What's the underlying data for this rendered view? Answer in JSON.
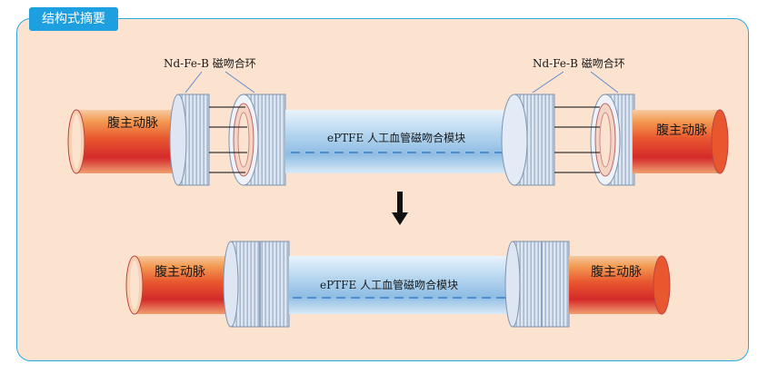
{
  "header": {
    "tag": "结构式摘要"
  },
  "labels": {
    "ring_left": "Nd-Fe-B 磁吻合环",
    "ring_right": "Nd-Fe-B 磁吻合环",
    "aorta": "腹主动脉",
    "graft": "ePTFE 人工血管磁吻合模块"
  },
  "colors": {
    "panel_bg": "#fbe3d0",
    "border": "#29a9e1",
    "tag_bg": "#1e9fe0",
    "aorta_core": "#f08a3a",
    "aorta_edge": "#d42a2a",
    "graft": "#bcd9f0",
    "ring": "#c8d6e8"
  },
  "icons": [
    "down-arrow-icon"
  ]
}
